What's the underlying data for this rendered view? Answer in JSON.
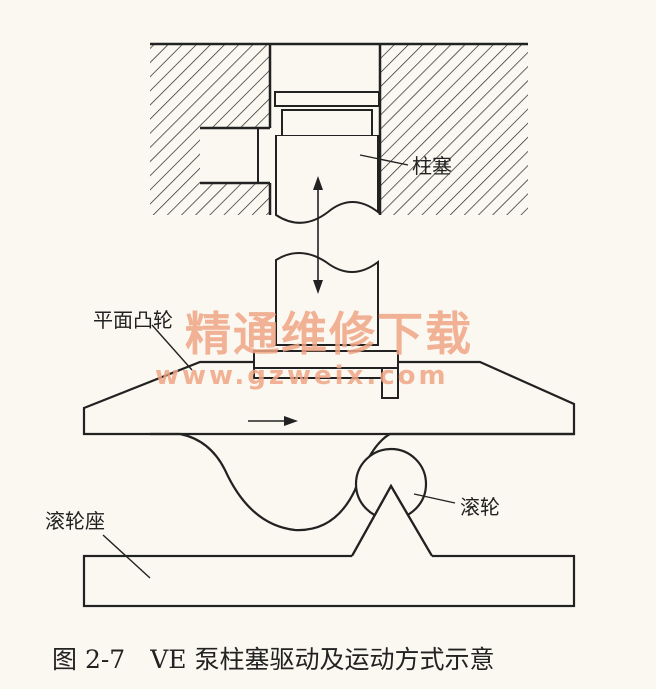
{
  "labels": {
    "plunger": "柱塞",
    "face_cam": "平面凸轮",
    "roller_seat": "滚轮座",
    "roller": "滚轮"
  },
  "watermark": {
    "title": "精通维修下载",
    "url": "www.gzweix.com"
  },
  "caption": "图 2-7　VE 泵柱塞驱动及运动方式示意",
  "colors": {
    "line": "#222222",
    "background": "#fbf8f1",
    "watermark": "#f0a585"
  }
}
